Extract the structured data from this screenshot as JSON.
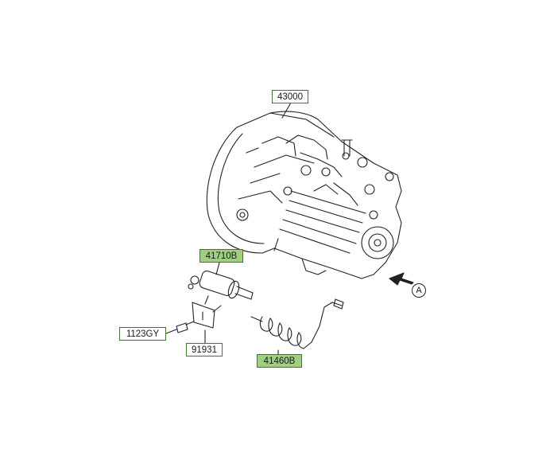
{
  "parts": [
    {
      "id": "transaxle",
      "code": "43000",
      "highlighted": false
    },
    {
      "id": "release-cylinder",
      "code": "41710B",
      "highlighted": true
    },
    {
      "id": "bolt",
      "code": "1123GY",
      "highlighted": false
    },
    {
      "id": "bracket",
      "code": "91931",
      "highlighted": false
    },
    {
      "id": "clutch-hose",
      "code": "41460B",
      "highlighted": true
    }
  ],
  "view_reference": "A",
  "colors": {
    "line": "#222222",
    "label_border": "#3f7a2c",
    "label_highlight": "#9fd07f"
  }
}
